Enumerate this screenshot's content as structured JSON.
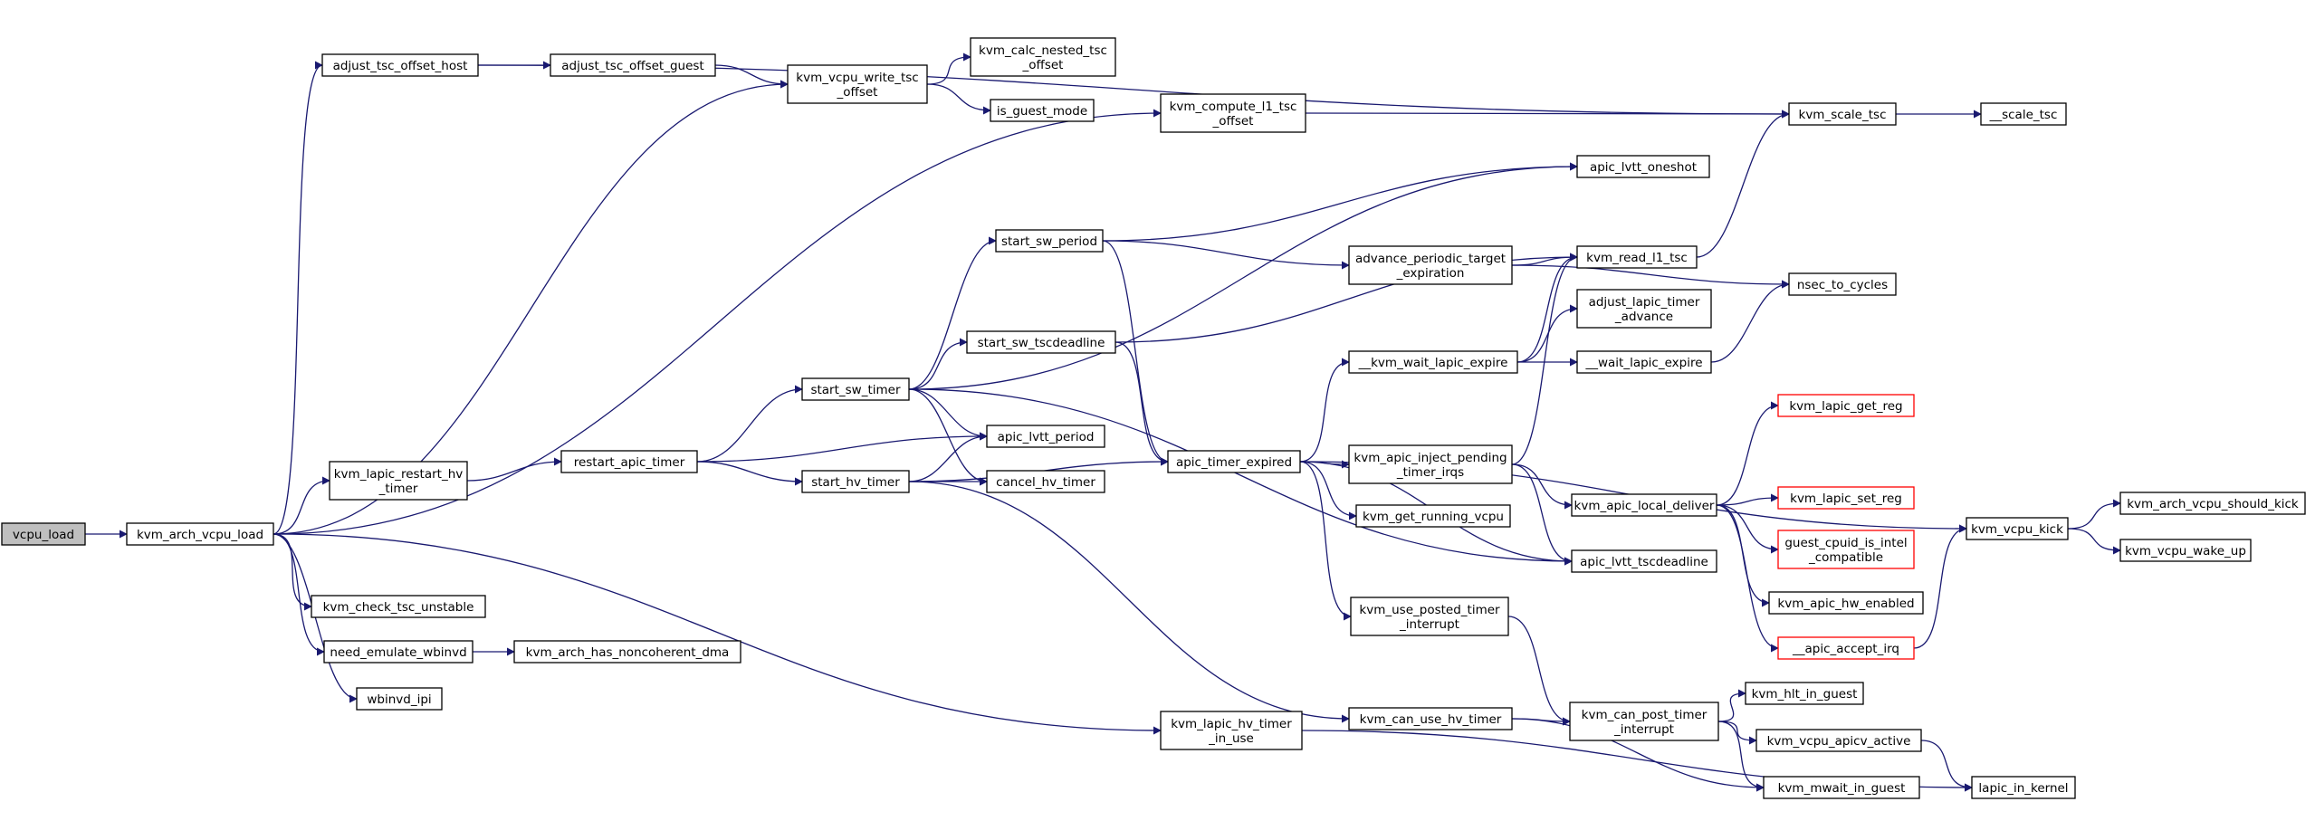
{
  "graph": {
    "nodes": [
      {
        "id": "vcpu_load",
        "lines": [
          "vcpu_load"
        ],
        "style": "root"
      },
      {
        "id": "kvm_arch_vcpu_load",
        "lines": [
          "kvm_arch_vcpu_load"
        ]
      },
      {
        "id": "adjust_tsc_offset_host",
        "lines": [
          "adjust_tsc_offset_host"
        ]
      },
      {
        "id": "adjust_tsc_offset_guest",
        "lines": [
          "adjust_tsc_offset_guest"
        ]
      },
      {
        "id": "kvm_vcpu_write_tsc_offset",
        "lines": [
          "kvm_vcpu_write_tsc",
          "_offset"
        ]
      },
      {
        "id": "kvm_calc_nested_tsc_offset",
        "lines": [
          "kvm_calc_nested_tsc",
          "_offset"
        ]
      },
      {
        "id": "is_guest_mode",
        "lines": [
          "is_guest_mode"
        ]
      },
      {
        "id": "kvm_compute_l1_tsc_offset",
        "lines": [
          "kvm_compute_l1_tsc",
          "_offset"
        ]
      },
      {
        "id": "kvm_scale_tsc",
        "lines": [
          "kvm_scale_tsc"
        ]
      },
      {
        "id": "__scale_tsc",
        "lines": [
          "__scale_tsc"
        ]
      },
      {
        "id": "apic_lvtt_oneshot",
        "lines": [
          "apic_lvtt_oneshot"
        ]
      },
      {
        "id": "start_sw_period",
        "lines": [
          "start_sw_period"
        ]
      },
      {
        "id": "advance_periodic_target_expiration",
        "lines": [
          "advance_periodic_target",
          "_expiration"
        ]
      },
      {
        "id": "kvm_read_l1_tsc",
        "lines": [
          "kvm_read_l1_tsc"
        ]
      },
      {
        "id": "nsec_to_cycles",
        "lines": [
          "nsec_to_cycles"
        ]
      },
      {
        "id": "start_sw_tscdeadline",
        "lines": [
          "start_sw_tscdeadline"
        ]
      },
      {
        "id": "adjust_lapic_timer_advance",
        "lines": [
          "adjust_lapic_timer",
          "_advance"
        ]
      },
      {
        "id": "__kvm_wait_lapic_expire",
        "lines": [
          "__kvm_wait_lapic_expire"
        ]
      },
      {
        "id": "__wait_lapic_expire",
        "lines": [
          "__wait_lapic_expire"
        ]
      },
      {
        "id": "start_sw_timer",
        "lines": [
          "start_sw_timer"
        ]
      },
      {
        "id": "kvm_lapic_restart_hv_timer",
        "lines": [
          "kvm_lapic_restart_hv",
          "_timer"
        ]
      },
      {
        "id": "restart_apic_timer",
        "lines": [
          "restart_apic_timer"
        ]
      },
      {
        "id": "apic_lvtt_period",
        "lines": [
          "apic_lvtt_period"
        ]
      },
      {
        "id": "apic_timer_expired",
        "lines": [
          "apic_timer_expired"
        ]
      },
      {
        "id": "kvm_apic_inject_pending_timer_irqs",
        "lines": [
          "kvm_apic_inject_pending",
          "_timer_irqs"
        ]
      },
      {
        "id": "kvm_lapic_get_reg",
        "lines": [
          "kvm_lapic_get_reg"
        ],
        "style": "trunc"
      },
      {
        "id": "start_hv_timer",
        "lines": [
          "start_hv_timer"
        ]
      },
      {
        "id": "cancel_hv_timer",
        "lines": [
          "cancel_hv_timer"
        ]
      },
      {
        "id": "kvm_lapic_set_reg",
        "lines": [
          "kvm_lapic_set_reg"
        ],
        "style": "trunc"
      },
      {
        "id": "kvm_get_running_vcpu",
        "lines": [
          "kvm_get_running_vcpu"
        ]
      },
      {
        "id": "kvm_apic_local_deliver",
        "lines": [
          "kvm_apic_local_deliver"
        ]
      },
      {
        "id": "guest_cpuid_is_intel_compatible",
        "lines": [
          "guest_cpuid_is_intel",
          "_compatible"
        ],
        "style": "trunc"
      },
      {
        "id": "kvm_vcpu_kick",
        "lines": [
          "kvm_vcpu_kick"
        ]
      },
      {
        "id": "kvm_arch_vcpu_should_kick",
        "lines": [
          "kvm_arch_vcpu_should_kick"
        ]
      },
      {
        "id": "kvm_vcpu_wake_up",
        "lines": [
          "kvm_vcpu_wake_up"
        ]
      },
      {
        "id": "apic_lvtt_tscdeadline",
        "lines": [
          "apic_lvtt_tscdeadline"
        ]
      },
      {
        "id": "kvm_check_tsc_unstable",
        "lines": [
          "kvm_check_tsc_unstable"
        ]
      },
      {
        "id": "kvm_use_posted_timer_interrupt",
        "lines": [
          "kvm_use_posted_timer",
          "_interrupt"
        ]
      },
      {
        "id": "kvm_apic_hw_enabled",
        "lines": [
          "kvm_apic_hw_enabled"
        ]
      },
      {
        "id": "need_emulate_wbinvd",
        "lines": [
          "need_emulate_wbinvd"
        ]
      },
      {
        "id": "kvm_arch_has_noncoherent_dma",
        "lines": [
          "kvm_arch_has_noncoherent_dma"
        ]
      },
      {
        "id": "__apic_accept_irq",
        "lines": [
          "__apic_accept_irq"
        ],
        "style": "trunc"
      },
      {
        "id": "wbinvd_ipi",
        "lines": [
          "wbinvd_ipi"
        ]
      },
      {
        "id": "kvm_hlt_in_guest",
        "lines": [
          "kvm_hlt_in_guest"
        ]
      },
      {
        "id": "kvm_lapic_hv_timer_in_use",
        "lines": [
          "kvm_lapic_hv_timer",
          "_in_use"
        ]
      },
      {
        "id": "kvm_can_use_hv_timer",
        "lines": [
          "kvm_can_use_hv_timer"
        ]
      },
      {
        "id": "kvm_can_post_timer_interrupt",
        "lines": [
          "kvm_can_post_timer",
          "_interrupt"
        ]
      },
      {
        "id": "kvm_vcpu_apicv_active",
        "lines": [
          "kvm_vcpu_apicv_active"
        ]
      },
      {
        "id": "lapic_in_kernel",
        "lines": [
          "lapic_in_kernel"
        ]
      },
      {
        "id": "kvm_mwait_in_guest",
        "lines": [
          "kvm_mwait_in_guest"
        ]
      }
    ],
    "edges": [
      [
        "vcpu_load",
        "kvm_arch_vcpu_load"
      ],
      [
        "kvm_arch_vcpu_load",
        "adjust_tsc_offset_host"
      ],
      [
        "kvm_arch_vcpu_load",
        "kvm_vcpu_write_tsc_offset"
      ],
      [
        "kvm_arch_vcpu_load",
        "kvm_compute_l1_tsc_offset"
      ],
      [
        "kvm_arch_vcpu_load",
        "kvm_lapic_restart_hv_timer"
      ],
      [
        "kvm_arch_vcpu_load",
        "kvm_check_tsc_unstable"
      ],
      [
        "kvm_arch_vcpu_load",
        "need_emulate_wbinvd"
      ],
      [
        "kvm_arch_vcpu_load",
        "wbinvd_ipi"
      ],
      [
        "kvm_arch_vcpu_load",
        "kvm_lapic_hv_timer_in_use"
      ],
      [
        "adjust_tsc_offset_host",
        "adjust_tsc_offset_guest"
      ],
      [
        "adjust_tsc_offset_host",
        "kvm_scale_tsc"
      ],
      [
        "adjust_tsc_offset_guest",
        "kvm_vcpu_write_tsc_offset"
      ],
      [
        "kvm_vcpu_write_tsc_offset",
        "kvm_calc_nested_tsc_offset"
      ],
      [
        "kvm_vcpu_write_tsc_offset",
        "is_guest_mode"
      ],
      [
        "kvm_compute_l1_tsc_offset",
        "kvm_scale_tsc"
      ],
      [
        "kvm_scale_tsc",
        "__scale_tsc"
      ],
      [
        "kvm_lapic_restart_hv_timer",
        "restart_apic_timer"
      ],
      [
        "need_emulate_wbinvd",
        "kvm_arch_has_noncoherent_dma"
      ],
      [
        "restart_apic_timer",
        "start_sw_timer"
      ],
      [
        "restart_apic_timer",
        "apic_lvtt_period"
      ],
      [
        "restart_apic_timer",
        "start_hv_timer"
      ],
      [
        "start_sw_timer",
        "apic_lvtt_oneshot"
      ],
      [
        "start_sw_timer",
        "start_sw_period"
      ],
      [
        "start_sw_timer",
        "start_sw_tscdeadline"
      ],
      [
        "start_sw_timer",
        "apic_lvtt_period"
      ],
      [
        "start_sw_timer",
        "cancel_hv_timer"
      ],
      [
        "start_sw_timer",
        "apic_lvtt_tscdeadline"
      ],
      [
        "start_hv_timer",
        "apic_lvtt_period"
      ],
      [
        "start_hv_timer",
        "cancel_hv_timer"
      ],
      [
        "start_hv_timer",
        "apic_timer_expired"
      ],
      [
        "start_hv_timer",
        "kvm_can_use_hv_timer"
      ],
      [
        "start_sw_period",
        "apic_lvtt_oneshot"
      ],
      [
        "start_sw_period",
        "advance_periodic_target_expiration"
      ],
      [
        "start_sw_period",
        "apic_timer_expired"
      ],
      [
        "start_sw_tscdeadline",
        "kvm_read_l1_tsc"
      ],
      [
        "start_sw_tscdeadline",
        "apic_timer_expired"
      ],
      [
        "advance_periodic_target_expiration",
        "kvm_read_l1_tsc"
      ],
      [
        "advance_periodic_target_expiration",
        "nsec_to_cycles"
      ],
      [
        "kvm_read_l1_tsc",
        "kvm_scale_tsc"
      ],
      [
        "apic_timer_expired",
        "__kvm_wait_lapic_expire"
      ],
      [
        "apic_timer_expired",
        "kvm_vcpu_kick"
      ],
      [
        "apic_timer_expired",
        "kvm_apic_inject_pending_timer_irqs"
      ],
      [
        "apic_timer_expired",
        "kvm_get_running_vcpu"
      ],
      [
        "apic_timer_expired",
        "apic_lvtt_tscdeadline"
      ],
      [
        "apic_timer_expired",
        "kvm_use_posted_timer_interrupt"
      ],
      [
        "__kvm_wait_lapic_expire",
        "kvm_read_l1_tsc"
      ],
      [
        "__kvm_wait_lapic_expire",
        "adjust_lapic_timer_advance"
      ],
      [
        "__kvm_wait_lapic_expire",
        "__wait_lapic_expire"
      ],
      [
        "__wait_lapic_expire",
        "nsec_to_cycles"
      ],
      [
        "kvm_apic_inject_pending_timer_irqs",
        "kvm_read_l1_tsc"
      ],
      [
        "kvm_apic_inject_pending_timer_irqs",
        "kvm_apic_local_deliver"
      ],
      [
        "kvm_apic_inject_pending_timer_irqs",
        "apic_lvtt_tscdeadline"
      ],
      [
        "kvm_apic_local_deliver",
        "kvm_lapic_get_reg"
      ],
      [
        "kvm_apic_local_deliver",
        "kvm_lapic_set_reg"
      ],
      [
        "kvm_apic_local_deliver",
        "guest_cpuid_is_intel_compatible"
      ],
      [
        "kvm_apic_local_deliver",
        "kvm_apic_hw_enabled"
      ],
      [
        "kvm_apic_local_deliver",
        "__apic_accept_irq"
      ],
      [
        "__apic_accept_irq",
        "kvm_vcpu_kick"
      ],
      [
        "kvm_vcpu_kick",
        "kvm_arch_vcpu_should_kick"
      ],
      [
        "kvm_vcpu_kick",
        "kvm_vcpu_wake_up"
      ],
      [
        "kvm_use_posted_timer_interrupt",
        "kvm_can_post_timer_interrupt"
      ],
      [
        "kvm_can_use_hv_timer",
        "kvm_can_post_timer_interrupt"
      ],
      [
        "kvm_can_use_hv_timer",
        "kvm_mwait_in_guest"
      ],
      [
        "kvm_can_post_timer_interrupt",
        "kvm_hlt_in_guest"
      ],
      [
        "kvm_can_post_timer_interrupt",
        "kvm_vcpu_apicv_active"
      ],
      [
        "kvm_can_post_timer_interrupt",
        "kvm_mwait_in_guest"
      ],
      [
        "kvm_vcpu_apicv_active",
        "lapic_in_kernel"
      ],
      [
        "kvm_lapic_hv_timer_in_use",
        "lapic_in_kernel"
      ]
    ]
  },
  "colors": {
    "edge": "#191970",
    "root_fill": "#bfbfbf",
    "node_border": "#000000",
    "truncated_border": "#ff0000"
  }
}
